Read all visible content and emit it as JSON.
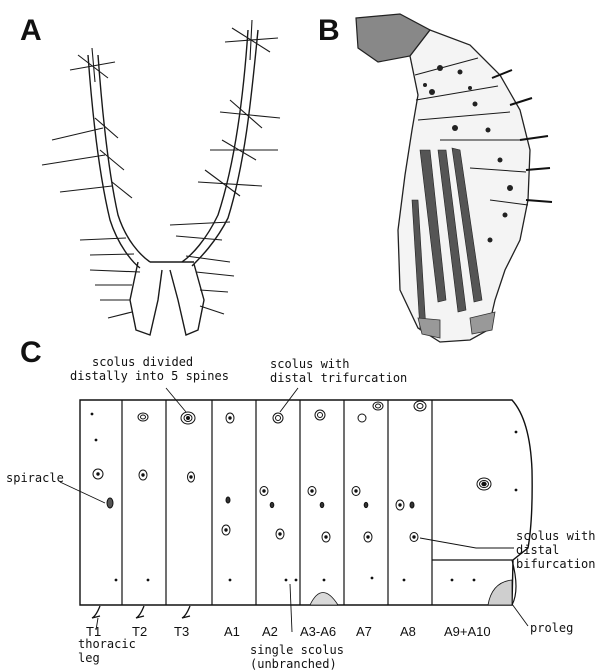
{
  "panels": {
    "a": "A",
    "b": "B",
    "c": "C"
  },
  "annotations": {
    "scolus_divided": [
      "scolus divided",
      "distally into 5 spines"
    ],
    "scolus_trifurcation": [
      "scolus with",
      "distal trifurcation"
    ],
    "spiracle": "spiracle",
    "scolus_bifurcation": [
      "scolus with",
      "distal",
      "bifurcation"
    ],
    "proleg": "proleg",
    "thoracic_leg": [
      "thoracic",
      "leg"
    ],
    "single_scolus": [
      "single scolus",
      "(unbranched)"
    ]
  },
  "segments": [
    "T1",
    "T2",
    "T3",
    "A1",
    "A2",
    "A3-A6",
    "A7",
    "A8",
    "A9+A10"
  ]
}
